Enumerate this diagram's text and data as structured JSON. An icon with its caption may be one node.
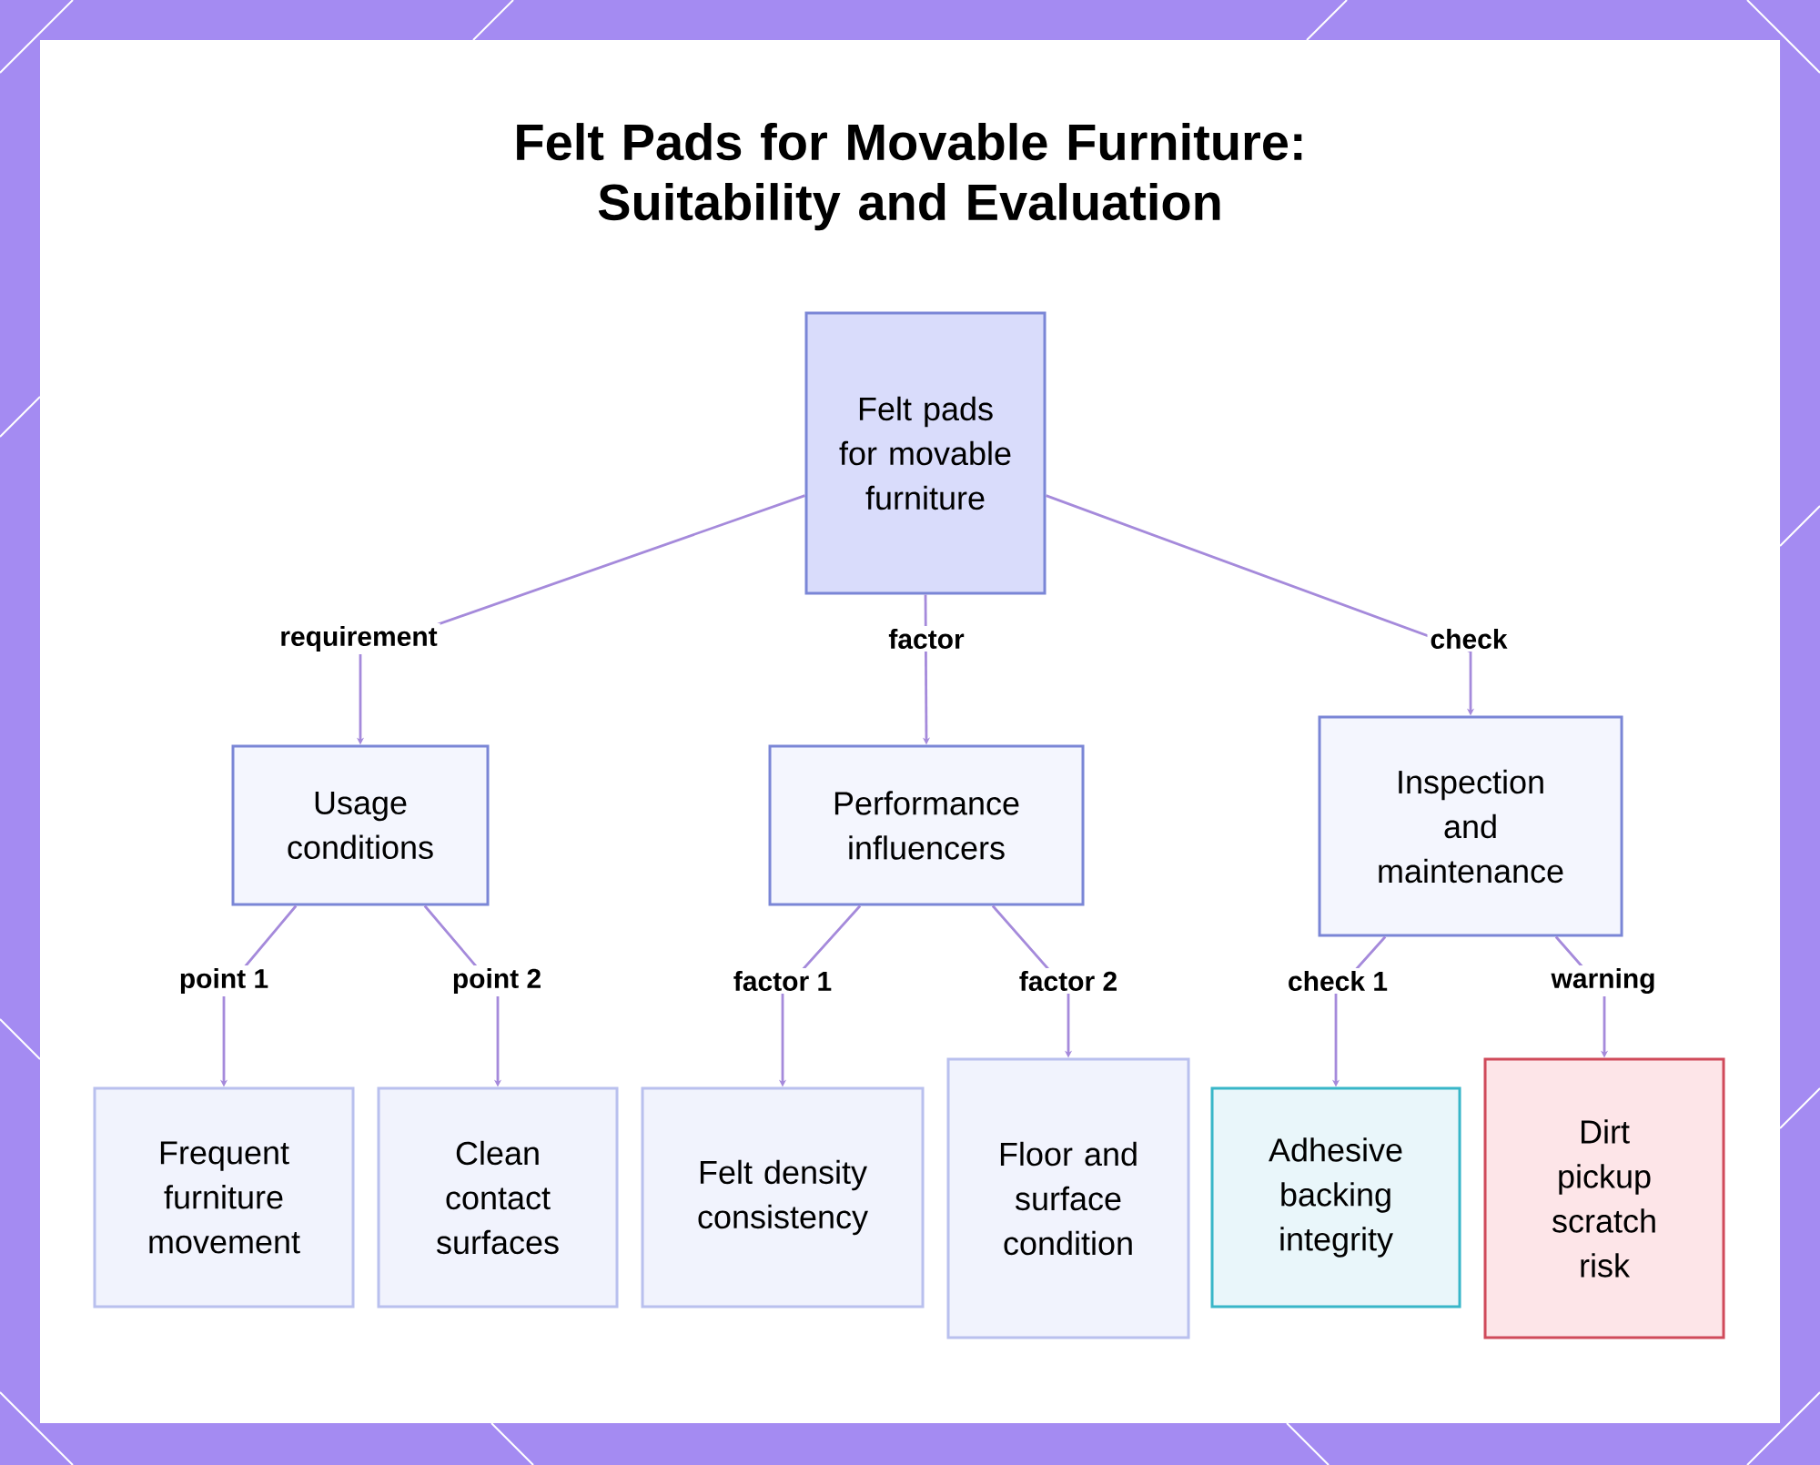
{
  "diagram": {
    "title": "Felt Pads for Movable Furniture: Suitability and Evaluation",
    "nodes": [
      {
        "text": [
          "Felt pads for movable furniture"
        ]
      },
      {
        "text": [
          "Usage conditions"
        ]
      },
      {
        "text": [
          "Performance influencers"
        ]
      },
      {
        "text": [
          "Inspection and maintenance"
        ]
      },
      {
        "text": [
          "Frequent furniture movement"
        ]
      },
      {
        "text": [
          "Clean contact surfaces"
        ]
      },
      {
        "text": [
          "Felt density consistency"
        ]
      },
      {
        "text": [
          "Floor and surface condition"
        ]
      },
      {
        "text": [
          "Adhesive backing integrity"
        ]
      },
      {
        "text": [
          "Dirt pickup scratch risk"
        ]
      }
    ],
    "edges": [
      {
        "from": 0,
        "to": 1,
        "arrow": "to",
        "label": "requirement"
      },
      {
        "from": 0,
        "to": 2,
        "arrow": "to",
        "label": "factor"
      },
      {
        "from": 0,
        "to": 3,
        "arrow": "to",
        "label": "check"
      },
      {
        "from": 1,
        "to": 4,
        "arrow": "to",
        "label": "point 1"
      },
      {
        "from": 1,
        "to": 5,
        "arrow": "to",
        "label": "point 2"
      },
      {
        "from": 2,
        "to": 6,
        "arrow": "to",
        "label": "factor 1"
      },
      {
        "from": 2,
        "to": 7,
        "arrow": "to",
        "label": "factor 2"
      },
      {
        "from": 3,
        "to": 8,
        "arrow": "to",
        "label": "check 1"
      },
      {
        "from": 3,
        "to": 9,
        "arrow": "to",
        "label": "warning"
      }
    ]
  }
}
